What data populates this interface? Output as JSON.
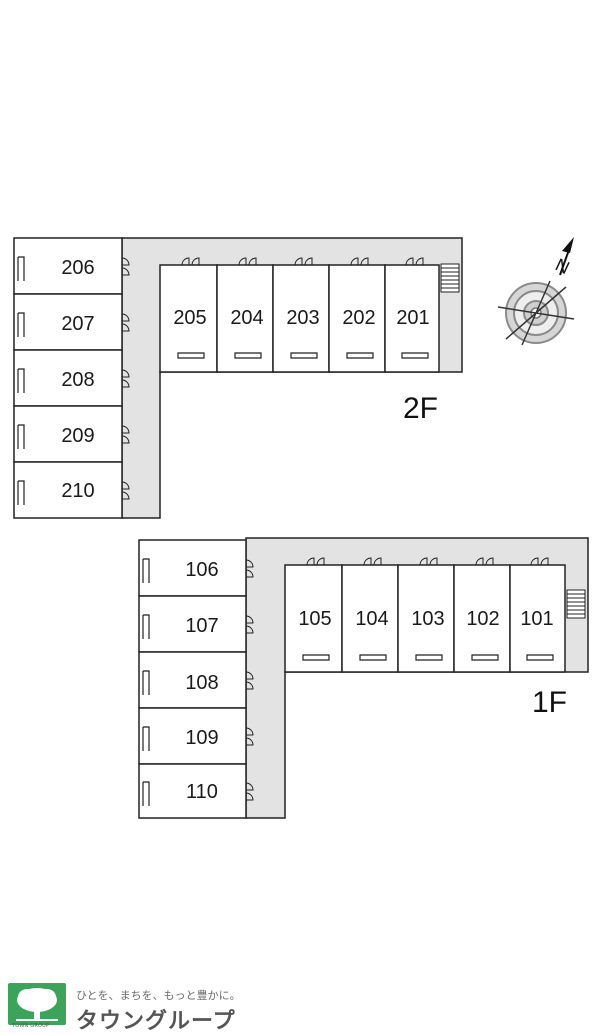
{
  "floors": {
    "second": {
      "label": "2F",
      "left_units": [
        "206",
        "207",
        "208",
        "209",
        "210"
      ],
      "right_units": [
        "205",
        "204",
        "203",
        "202",
        "201"
      ]
    },
    "first": {
      "label": "1F",
      "left_units": [
        "106",
        "107",
        "108",
        "109",
        "110"
      ],
      "right_units": [
        "105",
        "104",
        "103",
        "102",
        "101"
      ]
    }
  },
  "compass": {
    "north": "N"
  },
  "footer": {
    "slogan": "ひとを、まちを、もっと豊かに。",
    "brand": "タウングループ",
    "caption": "TOWN GROUP"
  }
}
